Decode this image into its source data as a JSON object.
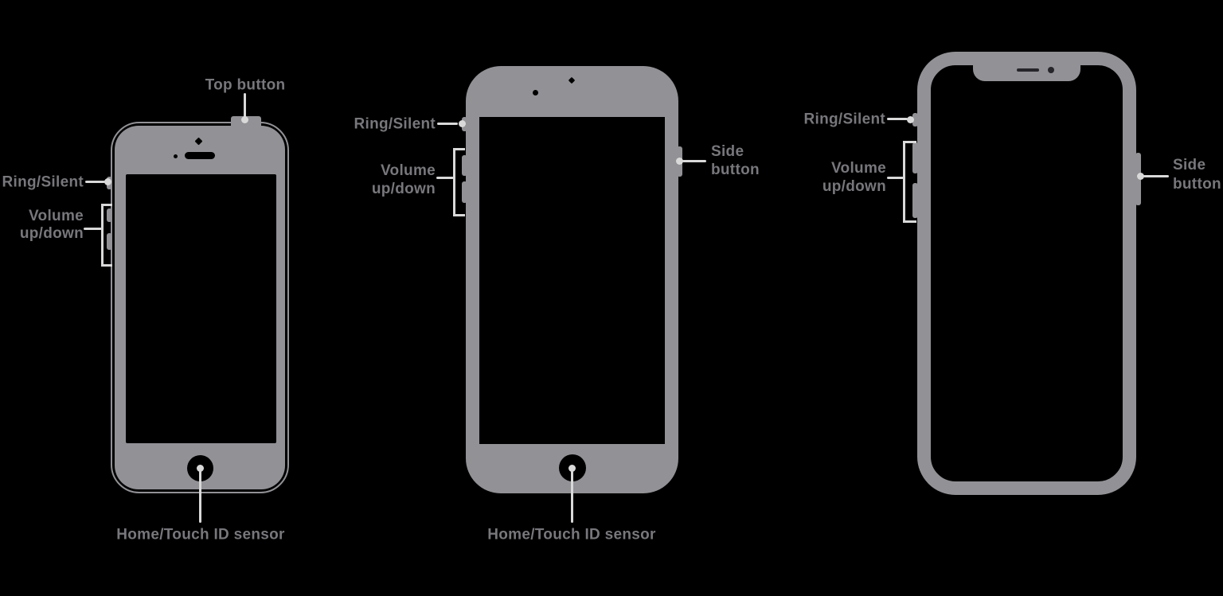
{
  "colors": {
    "background": "#000000",
    "phone_body": "#919196",
    "screen": "#000000",
    "label_text": "#77777c",
    "pointer_line": "#d9d9d9"
  },
  "phones": [
    {
      "labels": {
        "top_button": "Top button",
        "ring_silent": "Ring/Silent",
        "volume_line1": "Volume",
        "volume_line2": "up/down",
        "home": "Home/Touch ID sensor"
      }
    },
    {
      "labels": {
        "ring_silent": "Ring/Silent",
        "volume_line1": "Volume",
        "volume_line2": "up/down",
        "side_line1": "Side",
        "side_line2": "button",
        "home": "Home/Touch ID sensor"
      }
    },
    {
      "labels": {
        "ring_silent": "Ring/Silent",
        "volume_line1": "Volume",
        "volume_line2": "up/down",
        "side_line1": "Side",
        "side_line2": "button"
      }
    }
  ]
}
